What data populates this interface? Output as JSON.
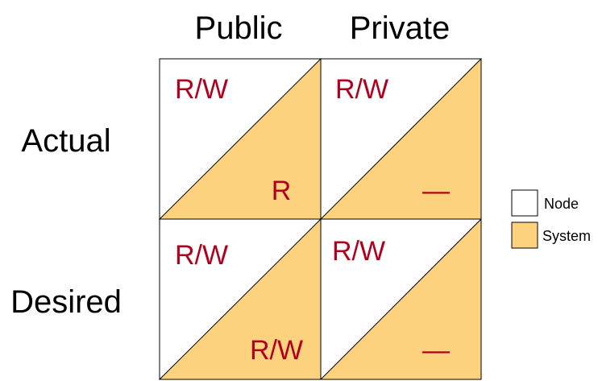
{
  "columns": [
    "Public",
    "Private"
  ],
  "rows": [
    "Actual",
    "Desired"
  ],
  "cells": {
    "actual_public": {
      "node": "R/W",
      "system": "R"
    },
    "actual_private": {
      "node": "R/W",
      "system": "—"
    },
    "desired_public": {
      "node": "R/W",
      "system": "R/W"
    },
    "desired_private": {
      "node": "R/W",
      "system": "—"
    }
  },
  "legend": {
    "node_label": "Node",
    "system_label": "System"
  },
  "colors": {
    "node_fill": "#ffffff",
    "system_fill": "#fdd27f",
    "permission_text": "#b0001e",
    "border": "#000000"
  }
}
